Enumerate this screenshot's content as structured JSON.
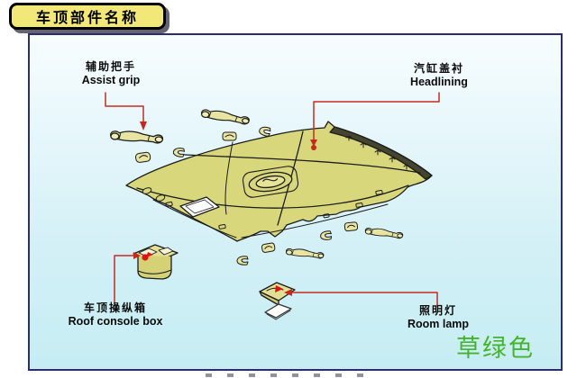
{
  "title": "车顶部件名称",
  "labels": {
    "assist_grip": {
      "cn": "辅助把手",
      "en": "Assist grip"
    },
    "headlining": {
      "cn": "汽缸盖衬",
      "en": "Headlining"
    },
    "roof_console_box": {
      "cn": "车顶操纵箱",
      "en": "Roof console box"
    },
    "room_lamp": {
      "cn": "照明灯",
      "en": "Room lamp"
    }
  },
  "note": {
    "text": "草绿色"
  },
  "colors": {
    "panel_fill": "#d9d77c",
    "panel_edge_dark": "#45452f",
    "leader_red": "#c52a20",
    "panel_bg": "#c9edf4",
    "panel_border": "#2c2c6e",
    "title_bg": "#f2e87a",
    "note_green": "#45b42c"
  }
}
